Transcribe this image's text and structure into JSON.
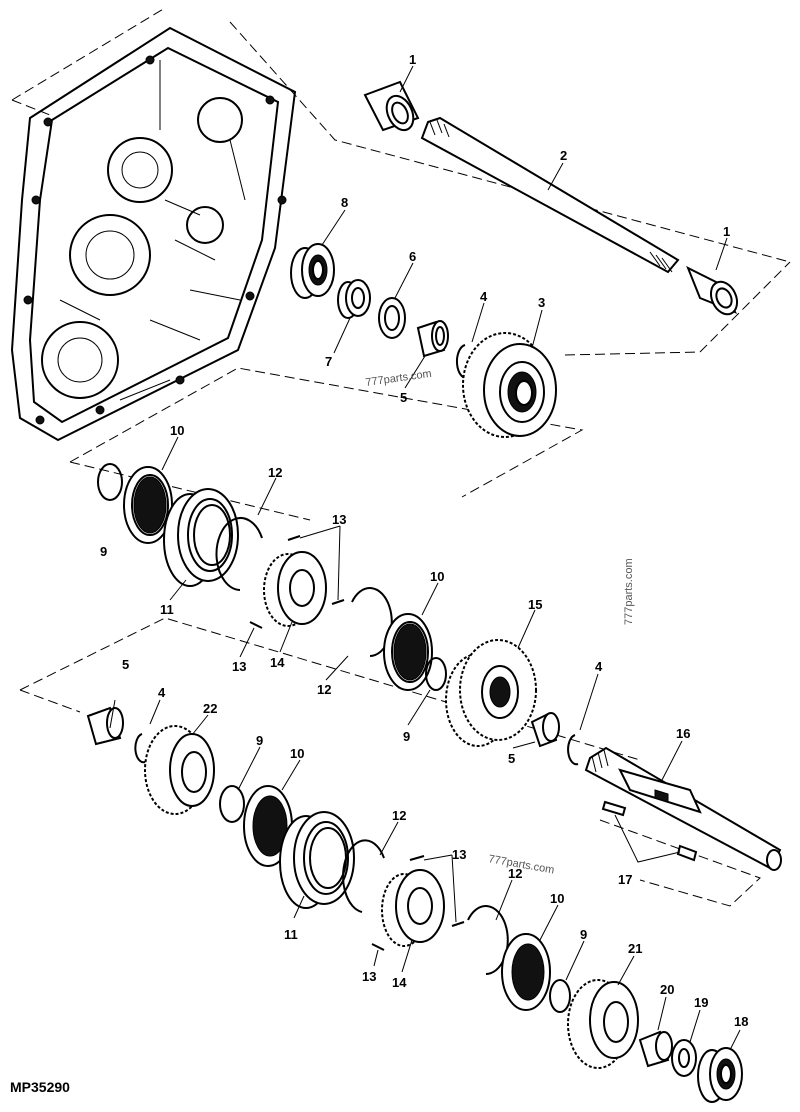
{
  "figure_id": "MP35290",
  "watermark": "777parts.com",
  "callouts": {
    "c1a": "1",
    "c1b": "1",
    "c2": "2",
    "c3": "3",
    "c4a": "4",
    "c4b": "4",
    "c4c": "4",
    "c5a": "5",
    "c5b": "5",
    "c5c": "5",
    "c6": "6",
    "c7": "7",
    "c8": "8",
    "c9a": "9",
    "c9b": "9",
    "c9c": "9",
    "c9d": "9",
    "c10a": "10",
    "c10b": "10",
    "c10c": "10",
    "c10d": "10",
    "c11a": "11",
    "c11b": "11",
    "c12a": "12",
    "c12b": "12",
    "c12c": "12",
    "c12d": "12",
    "c13a": "13",
    "c13b": "13",
    "c13c": "13",
    "c13d": "13",
    "c14a": "14",
    "c14b": "14",
    "c15": "15",
    "c16": "16",
    "c17": "17",
    "c18": "18",
    "c19": "19",
    "c20": "20",
    "c21": "21",
    "c22": "22"
  }
}
